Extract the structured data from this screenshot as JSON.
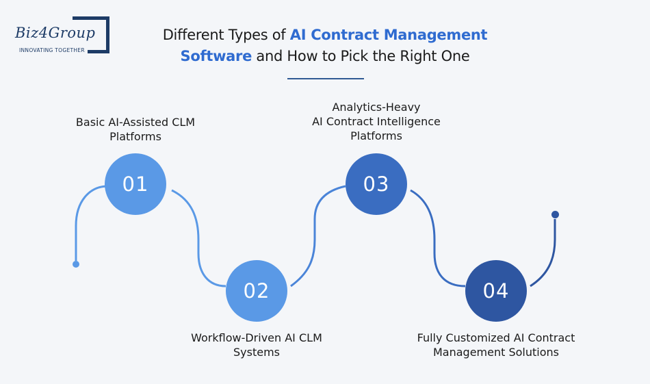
{
  "logo": {
    "wordmark": "Biz4Group",
    "tagline": "INNOVATING TOGETHER"
  },
  "title": {
    "part1": "Different Types of ",
    "accent1": "AI Contract Management",
    "accent2": "Software",
    "part2": " and How to Pick the Right One"
  },
  "steps": [
    {
      "number": "01",
      "label_lines": [
        "Basic AI-Assisted CLM",
        "Platforms"
      ]
    },
    {
      "number": "02",
      "label_lines": [
        "Workflow-Driven AI CLM",
        "Systems"
      ]
    },
    {
      "number": "03",
      "label_lines": [
        "Analytics-Heavy",
        "AI Contract Intelligence",
        "Platforms"
      ]
    },
    {
      "number": "04",
      "label_lines": [
        "Fully Customized AI Contract",
        "Management Solutions"
      ]
    }
  ],
  "colors": {
    "light_blue": "#5a99e6",
    "mid_blue": "#3a6dc1",
    "dark_blue": "#2e56a1",
    "navy": "#1d3b66",
    "accent_text": "#2f6bd0"
  }
}
